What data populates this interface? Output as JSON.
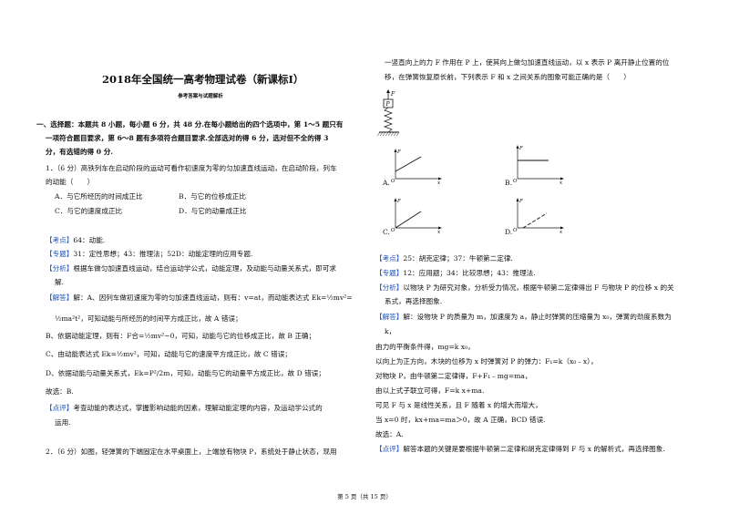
{
  "document": {
    "title": "2018年全国统一高考物理试卷（新课标Ⅰ）",
    "subtitle": "参考答案与试题解析",
    "section1": [
      "一、选择题：本题共 8 小题，每小题 6 分，共 48 分.在每小题给出的四个选项中，第 1～5 题只有",
      "一项符合题目要求，第 6～8 题有多项符合题目要求.全部选对的得 6 分，选对但不全的得 3",
      "分，有选错的得 0 分."
    ],
    "q1": {
      "stem1": "1．（6 分）高铁列车在启动阶段的运动可看作初速度为零的匀加速直线运动，在启动阶段，列车",
      "stem2": "的动能（　　）",
      "optA": "A．与它所经历的时间成正比",
      "optB": "B．与它的位移成正比",
      "optC": "C．与它的速度成正比",
      "optD": "D．与它的动量成正比",
      "kaodian_tag": "【考点】",
      "kaodian": "64：动能.",
      "zhuanti_tag": "【专题】",
      "zhuanti": "31：定性思想；43：推理法；52D：动能定理的应用专题.",
      "fenxi_tag": "【分析】",
      "fenxi1": "根据车做匀加速直线运动，结合运动学公式，动能定理，及动能与动量关系式，即可求",
      "fenxi2": "解.",
      "jieda_tag": "【解答】",
      "jieda1": "解：A、因列车做初速度为零的匀加速直线运动，则有：v=at，而动能表达式 Ek=½mv²=",
      "jieda2": "½ma²t²，可知动能与所经历的时间平方成正比，故 A 错误；",
      "jieda3": "B、依据动能定理，则有：F合=½mv²−0，可知，动能与它的位移成正比，故 B 正确；",
      "jieda4": "C、由动能表达式 Ek=½mv²，可知，动能与它的速度平方成正比，故 C 错误；",
      "jieda5": "D、依据动能与动量关系式，Ek=P²/2m，可知，动能与它的动量平方成正比，故 D 错误；",
      "jieda6": "故选：B.",
      "dianping_tag": "【点评】",
      "dianping1": "考查动能的表达式，掌握影响动能的因素，理解动能定理的内容，及运动学公式的",
      "dianping2": "运用."
    },
    "q2": {
      "stem1": "2．（6 分）如图，轻弹簧的下端固定在水平桌面上，上端放有物块 P，系统处于静止状态，现用",
      "stem2": "一竖直向上的力 F 作用在 P 上，使其向上做匀加速直线运动，以 x 表示 P 离开静止位置的位",
      "stem3": "移，在弹簧恢复原长前，下列表示 F 和 x 之间关系的图象可能正确的是（　　）",
      "fig_F": "F",
      "fig_P": "P",
      "graph_ylabel": "F",
      "graph_xlabel": "x",
      "graph_origin": "O",
      "optA": "A.",
      "optB": "B.",
      "optC": "C.",
      "optD": "D.",
      "kaodian_tag": "【考点】",
      "kaodian": "25：胡克定律；37：牛顿第二定律.",
      "zhuanti_tag": "【专题】",
      "zhuanti": "12：应用题；34：比较思想；43：推理法.",
      "fenxi_tag": "【分析】",
      "fenxi1": "以物块 P 为研究对象，分析受力情况，根据牛顿第二定律得出 F 与物块 P 的位移 x 的关",
      "fenxi2": "系式，再选择图象.",
      "jieda_tag": "【解答】",
      "jieda1": "解：设物块 P 的质量为 m，加速度为 a，静止时弹簧的压缩量为 x₀，弹簧的劲度系数为",
      "jieda2": "k，",
      "jieda3": "由力的平衡条件得，mg=k x₀，",
      "jieda4": "以向上为正方向，木块的位移为 x 时弹簧对 P 的弹力：F₁=k（x₀﹣x），",
      "jieda5": "对物块 P，由牛顿第二定律得，F+F₁﹣mg=ma，",
      "jieda6": "由以上式子联立可得，F=k x+ma.",
      "jieda7": "可见 F 与 x 是线性关系，且 F 随着 x 的增大而增大，",
      "jieda8": "当 x=0 时，kx+ma=ma＞0，故 A 正确，BCD 错误.",
      "jieda9": "故选：A.",
      "dianping_tag": "【点评】",
      "dianping1": "解答本题的关键是要根据牛顿第二定律和胡克定律得到 F 与 x 的解析式，再选择图象."
    },
    "footer": "第 5 页（共 15 页）"
  }
}
